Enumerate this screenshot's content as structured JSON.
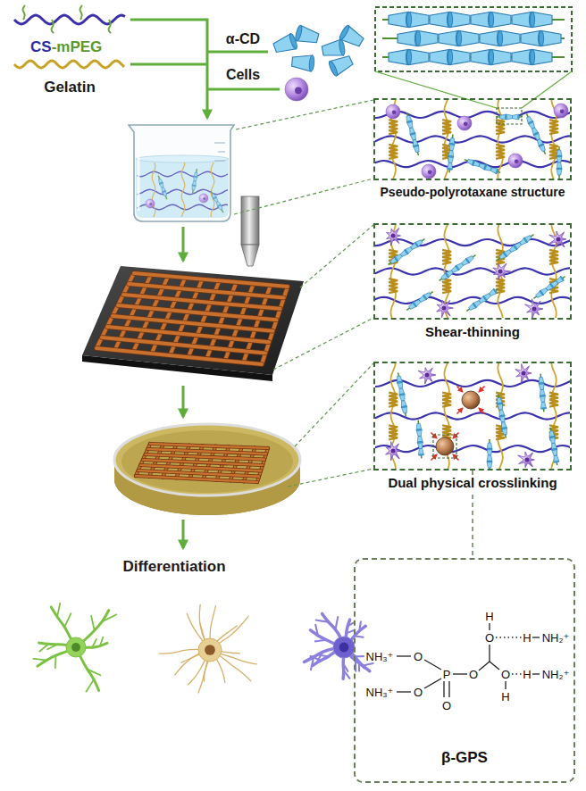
{
  "diagram": {
    "nodes": [
      {
        "text": [
          "Pseudo-polyrotaxane structure"
        ]
      },
      {
        "text": [
          "Shear-thinning"
        ]
      },
      {
        "text": [
          "Dual physical crosslinking"
        ]
      },
      {
        "text": [
          "β-GPS"
        ]
      }
    ],
    "edges": [
      {
        "from": 2,
        "to": 3,
        "arrow": "none"
      }
    ],
    "labels": [
      "CS",
      "-mPEG",
      "Gelatin",
      "α-CD",
      "Cells",
      "Differentiation",
      "H",
      "O",
      "H",
      "NH₂⁺",
      "NH₃⁺",
      "O",
      "P",
      "O",
      "O",
      "H",
      "NH₂⁺",
      "NH₃⁺",
      "O",
      "H",
      "O"
    ]
  }
}
